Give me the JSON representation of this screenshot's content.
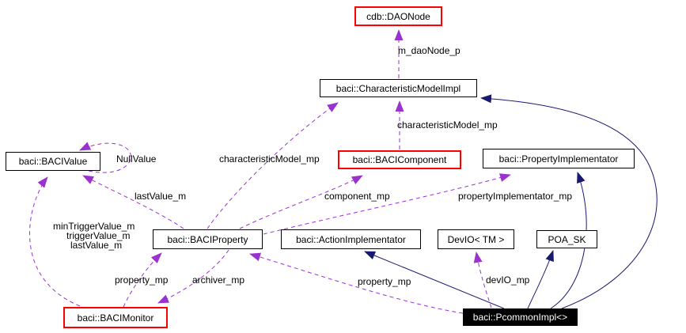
{
  "diagram_type": "doxygen-collaboration-graph",
  "colors": {
    "background": "#ffffff",
    "usage_edge": "#9a32cd",
    "inheritance_edge": "#191970",
    "node_border": "#000000",
    "highlighted_node_border": "#ff0000",
    "focus_node_background": "#000000",
    "focus_node_text": "#ffffff"
  },
  "nodes": {
    "daonode": {
      "label": "cdb::DAONode",
      "style": "red-border"
    },
    "characteristic_model_impl": {
      "label": "baci::CharacteristicModelImpl",
      "style": "plain"
    },
    "baci_value": {
      "label": "baci::BACIValue",
      "style": "plain"
    },
    "baci_component": {
      "label": "baci::BACIComponent",
      "style": "red-border"
    },
    "property_implementator": {
      "label": "baci::PropertyImplementator",
      "style": "plain"
    },
    "baci_property": {
      "label": "baci::BACIProperty",
      "style": "plain"
    },
    "action_implementator": {
      "label": "baci::ActionImplementator",
      "style": "plain"
    },
    "devio": {
      "label": "DevIO< TM >",
      "style": "plain"
    },
    "poa_sk": {
      "label": "POA_SK",
      "style": "plain"
    },
    "baci_monitor": {
      "label": "baci::BACIMonitor",
      "style": "red-border"
    },
    "pcommon_impl": {
      "label": "baci::PcommonImpl<>",
      "style": "focus"
    }
  },
  "edge_labels": {
    "m_daonode_p": "m_daoNode_p",
    "characteristic_model_mp_component": "characteristicModel_mp",
    "characteristic_model_mp_property": "characteristicModel_mp",
    "null_value": "NullValue",
    "last_value_m_property": "lastValue_m",
    "component_mp": "component_mp",
    "property_implementator_mp": "propertyImplementator_mp",
    "min_trigger_value_m": "minTriggerValue_m",
    "trigger_value_m": "triggerValue_m",
    "last_value_m_monitor": "lastValue_m",
    "property_mp_monitor": "property_mp",
    "archiver_mp": "archiver_mp",
    "property_mp_pcommon": "property_mp",
    "devio_mp": "devIO_mp"
  },
  "edges": [
    {
      "from": "baci::CharacteristicModelImpl",
      "to": "cdb::DAONode",
      "label": "m_daoNode_p",
      "type": "usage"
    },
    {
      "from": "baci::BACIComponent",
      "to": "baci::CharacteristicModelImpl",
      "label": "characteristicModel_mp",
      "type": "usage"
    },
    {
      "from": "baci::BACIProperty",
      "to": "baci::CharacteristicModelImpl",
      "label": "characteristicModel_mp",
      "type": "usage"
    },
    {
      "from": "baci::BACIProperty",
      "to": "baci::BACIComponent",
      "label": "component_mp",
      "type": "usage"
    },
    {
      "from": "baci::BACIProperty",
      "to": "baci::PropertyImplementator",
      "label": "propertyImplementator_mp",
      "type": "usage"
    },
    {
      "from": "baci::BACIProperty",
      "to": "baci::BACIValue",
      "label": "lastValue_m",
      "type": "usage"
    },
    {
      "from": "baci::BACIValue",
      "to": "baci::BACIValue",
      "label": "NullValue",
      "type": "usage"
    },
    {
      "from": "baci::BACIMonitor",
      "to": "baci::BACIValue",
      "label": "minTriggerValue_m triggerValue_m lastValue_m",
      "type": "usage"
    },
    {
      "from": "baci::BACIMonitor",
      "to": "baci::BACIProperty",
      "label": "property_mp",
      "type": "usage"
    },
    {
      "from": "baci::BACIProperty",
      "to": "baci::BACIMonitor",
      "label": "archiver_mp",
      "type": "usage"
    },
    {
      "from": "baci::PcommonImpl<>",
      "to": "baci::BACIProperty",
      "label": "property_mp",
      "type": "usage"
    },
    {
      "from": "baci::PcommonImpl<>",
      "to": "DevIO< TM >",
      "label": "devIO_mp",
      "type": "usage"
    },
    {
      "from": "baci::PcommonImpl<>",
      "to": "baci::ActionImplementator",
      "label": "",
      "type": "inheritance"
    },
    {
      "from": "baci::PcommonImpl<>",
      "to": "POA_SK",
      "label": "",
      "type": "inheritance"
    },
    {
      "from": "baci::PcommonImpl<>",
      "to": "baci::PropertyImplementator",
      "label": "",
      "type": "inheritance"
    },
    {
      "from": "baci::PcommonImpl<>",
      "to": "baci::CharacteristicModelImpl",
      "label": "",
      "type": "inheritance"
    }
  ]
}
